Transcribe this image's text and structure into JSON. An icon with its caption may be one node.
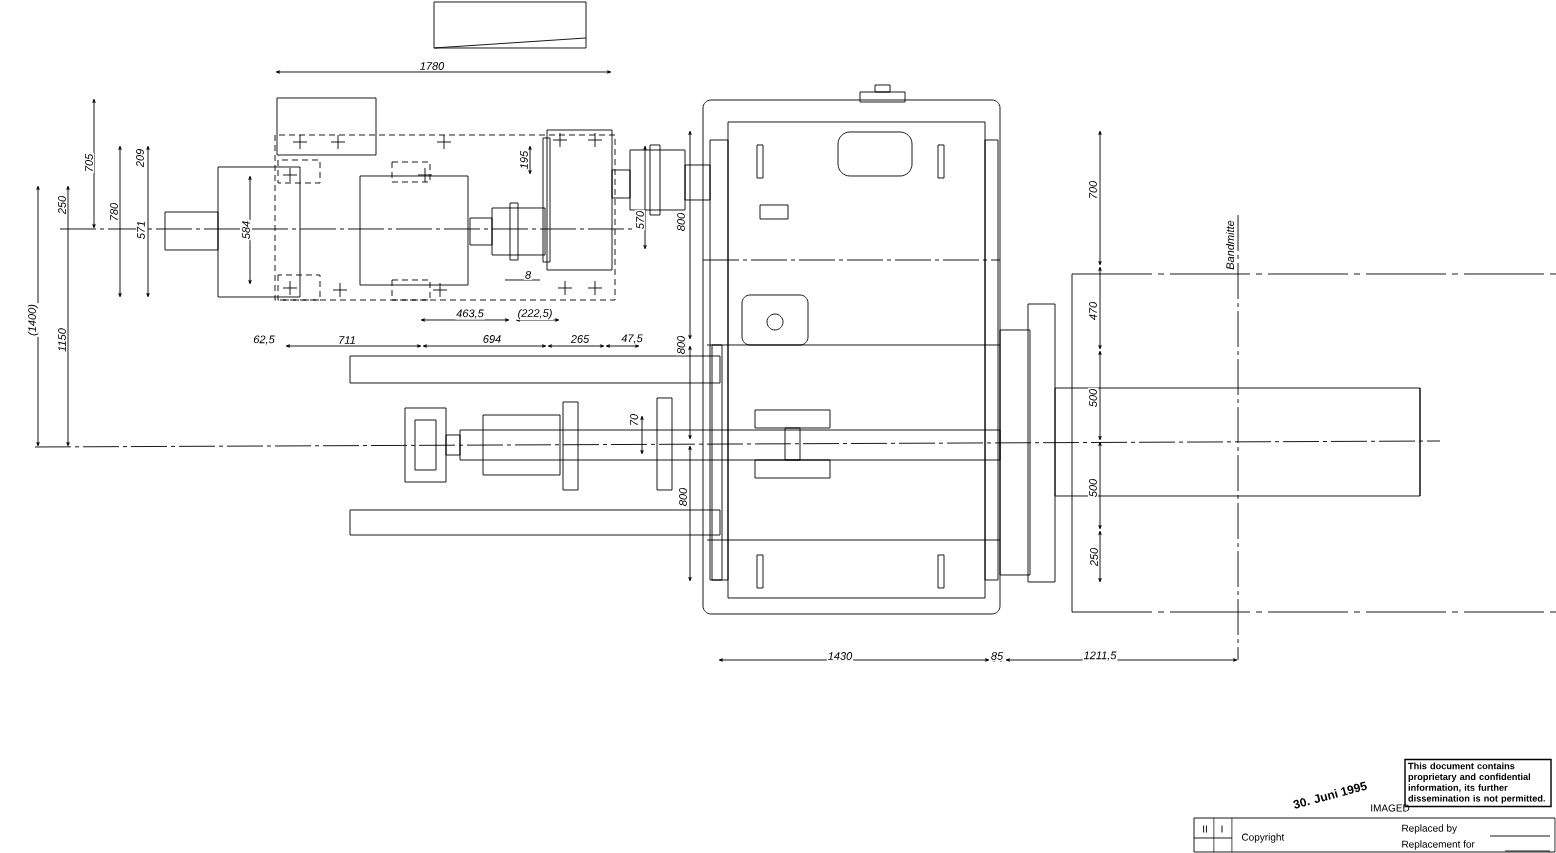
{
  "diagram": {
    "labels": [
      "1780",
      "705",
      "209",
      "250",
      "780",
      "571",
      "584",
      "195",
      "570",
      "800",
      "8",
      "463,5",
      "(222,5)",
      "62,5",
      "711",
      "694",
      "265",
      "47,5",
      "(1400)",
      "1150",
      "800",
      "70",
      "800",
      "700",
      "470",
      "500",
      "500",
      "250",
      "Bandmitte",
      "1430",
      "85",
      "1211,5",
      "30. Juni 1995",
      "IMAGED",
      "This document contains proprietary and confidential information, its further dissemination is not permitted.",
      "II",
      "I",
      "Copyright",
      "Replaced by",
      "Replacement for"
    ]
  }
}
